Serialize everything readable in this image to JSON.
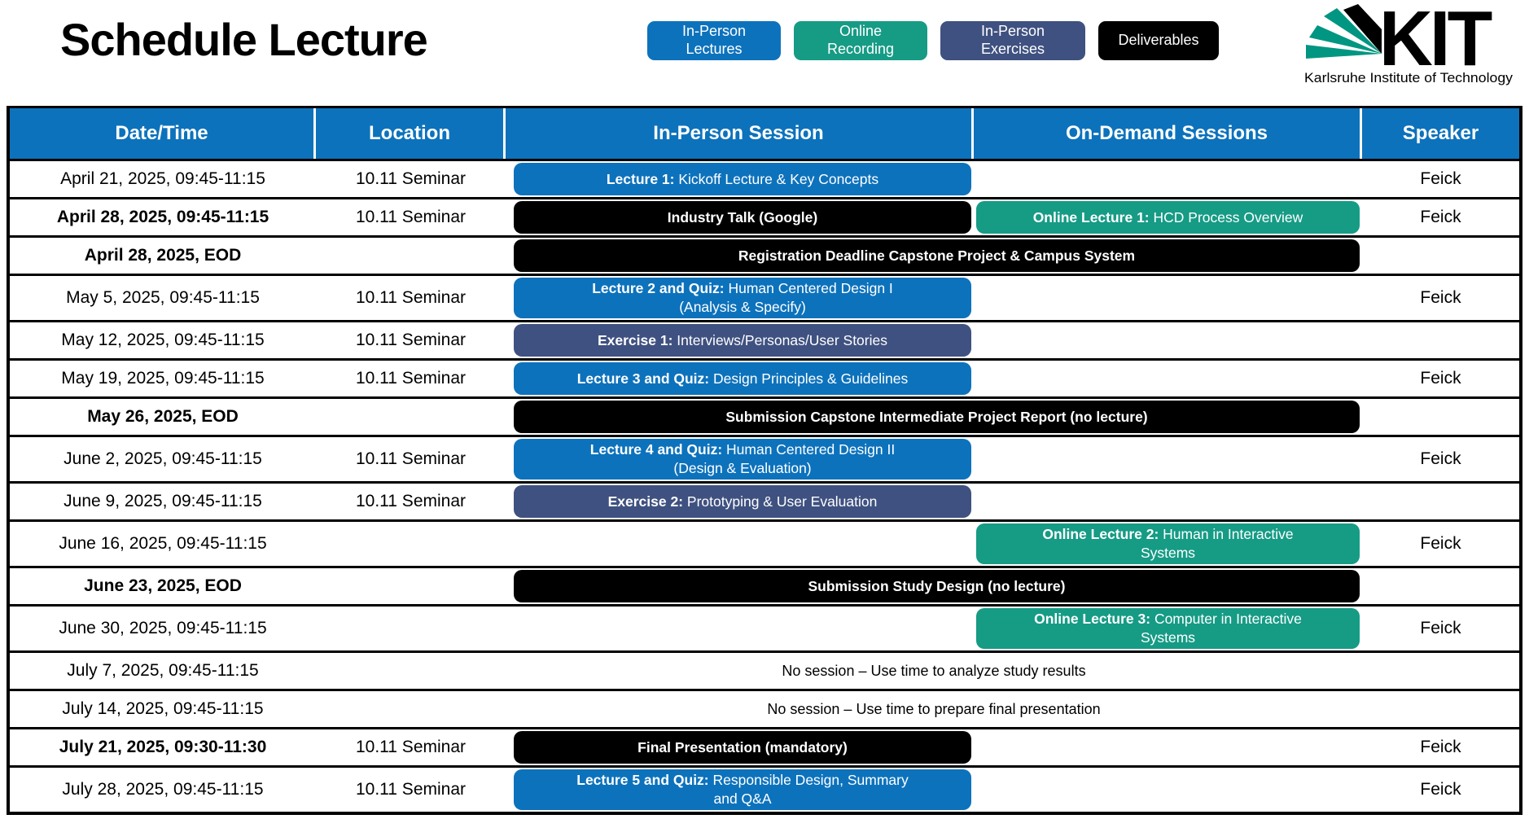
{
  "page": {
    "title": "Schedule Lecture"
  },
  "legend": {
    "items": [
      {
        "line1": "In-Person",
        "line2": "Lectures",
        "color": "#0d72bc"
      },
      {
        "line1": "Online",
        "line2": "Recording",
        "color": "#169b85"
      },
      {
        "line1": "In-Person",
        "line2": "Exercises",
        "color": "#3f5180"
      },
      {
        "line1": "Deliverables",
        "line2": "",
        "color": "#000000"
      }
    ]
  },
  "logo": {
    "acronym": "KIT",
    "subtitle": "Karlsruhe Institute of Technology",
    "green": "#009682"
  },
  "colors": {
    "lecture_blue": "#0d72bc",
    "online_teal": "#169b85",
    "exercise_slate": "#3f5180",
    "deliverable_black": "#000000",
    "header_blue": "#0d72bc"
  },
  "table": {
    "headers": [
      "Date/Time",
      "Location",
      "In-Person Session",
      "On-Demand Sessions",
      "Speaker"
    ],
    "rows": [
      {
        "date": "April 21, 2025, 09:45-11:15",
        "location": "10.11 Seminar",
        "inperson": {
          "kind": "lecture",
          "bold": "Lecture 1:",
          "rest": " Kickoff Lecture & Key Concepts"
        },
        "speaker": "Feick"
      },
      {
        "date": "April 28, 2025, 09:45-11:15",
        "location": "10.11 Seminar",
        "inperson": {
          "kind": "deliverable",
          "bold": "Industry Talk (Google)"
        },
        "ondemand": {
          "kind": "online",
          "bold": "Online Lecture 1:",
          "rest": " HCD Process Overview"
        },
        "speaker": "Feick"
      },
      {
        "date": "April 28, 2025, EOD",
        "location": "",
        "wide": {
          "kind": "deliverable",
          "bold": "Registration Deadline Capstone Project & Campus System"
        },
        "speaker": ""
      },
      {
        "date": "May 5, 2025, 09:45-11:15",
        "location": "10.11 Seminar",
        "inperson": {
          "kind": "lecture",
          "bold": "Lecture 2 and Quiz:",
          "rest": " Human Centered Design I",
          "line2": "(Analysis & Specify)"
        },
        "speaker": "Feick"
      },
      {
        "date": "May 12, 2025, 09:45-11:15",
        "location": "10.11 Seminar",
        "inperson": {
          "kind": "exercise",
          "bold": "Exercise 1:",
          "rest": " Interviews/Personas/User Stories"
        },
        "speaker": ""
      },
      {
        "date": "May 19, 2025, 09:45-11:15",
        "location": "10.11 Seminar",
        "inperson": {
          "kind": "lecture",
          "bold": "Lecture 3 and Quiz:",
          "rest": " Design Principles & Guidelines"
        },
        "speaker": "Feick"
      },
      {
        "date": "May 26, 2025, EOD",
        "location": "",
        "wide": {
          "kind": "deliverable",
          "bold": "Submission Capstone Intermediate Project Report (no lecture)"
        },
        "speaker": ""
      },
      {
        "date": "June 2, 2025, 09:45-11:15",
        "location": "10.11 Seminar",
        "inperson": {
          "kind": "lecture",
          "bold": "Lecture 4 and Quiz:",
          "rest": " Human Centered Design II",
          "line2": "(Design & Evaluation)"
        },
        "speaker": "Feick"
      },
      {
        "date": "June 9, 2025, 09:45-11:15",
        "location": "10.11 Seminar",
        "inperson": {
          "kind": "exercise",
          "bold": "Exercise 2:",
          "rest": " Prototyping & User Evaluation"
        },
        "speaker": ""
      },
      {
        "date": "June 16, 2025, 09:45-11:15",
        "location": "",
        "ondemand": {
          "kind": "online",
          "bold": "Online Lecture 2:",
          "rest": " Human in Interactive",
          "line2": "Systems"
        },
        "speaker": "Feick"
      },
      {
        "date": "June 23, 2025, EOD",
        "location": "",
        "wide": {
          "kind": "deliverable",
          "bold": "Submission Study Design (no lecture)"
        },
        "speaker": ""
      },
      {
        "date": "June 30, 2025, 09:45-11:15",
        "location": "",
        "ondemand": {
          "kind": "online",
          "bold": "Online Lecture 3:",
          "rest": " Computer in Interactive",
          "line2": "Systems"
        },
        "speaker": "Feick"
      },
      {
        "date": "July 7, 2025, 09:45-11:15",
        "location": "",
        "note": "No session – Use time to analyze study results",
        "speaker": ""
      },
      {
        "date": "July 14, 2025, 09:45-11:15",
        "location": "",
        "note": "No session – Use time to prepare final presentation",
        "speaker": ""
      },
      {
        "date": "July 21, 2025, 09:30-11:30",
        "location": "10.11 Seminar",
        "inperson": {
          "kind": "deliverable",
          "bold": "Final Presentation (mandatory)"
        },
        "speaker": "Feick"
      },
      {
        "date": "July 28, 2025, 09:45-11:15",
        "location": "10.11 Seminar",
        "inperson": {
          "kind": "lecture",
          "bold": "Lecture 5 and Quiz:",
          "rest": " Responsible Design, Summary",
          "line2": "and Q&A"
        },
        "speaker": "Feick"
      }
    ]
  }
}
